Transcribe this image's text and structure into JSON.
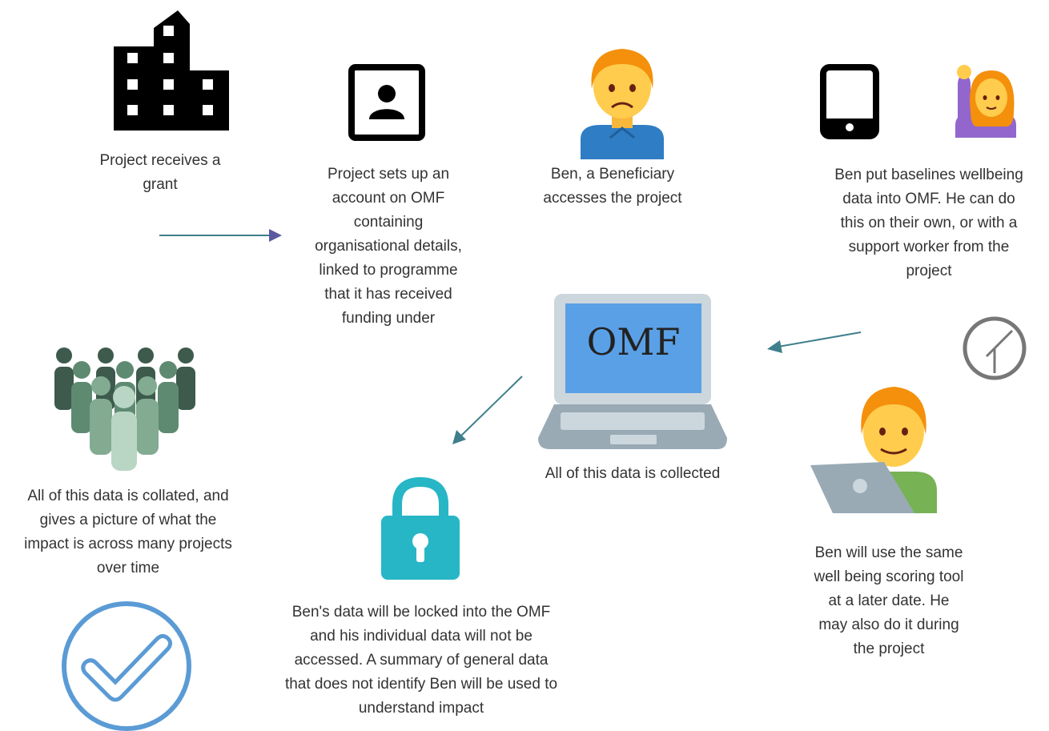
{
  "steps": {
    "grant": "Project receives a\ngrant",
    "account": "Project sets up an\naccount on OMF\ncontaining\norganisational details,\nlinked to programme\nthat it has received\nfunding under",
    "beneficiary": "Ben, a Beneficiary\naccesses the project",
    "baseline": "Ben put baselines wellbeing\ndata into OMF. He can do\nthis on their own, or with a\nsupport worker from the\nproject",
    "collected": "All of this data is collected",
    "later": "Ben will use the same\nwell being scoring tool\nat a later date.  He\nmay also do it during\nthe project",
    "locked": "Ben's data will be locked into the OMF\nand his individual data will not be\naccessed. A summary of general data\nthat does not identify Ben will be used to\nunderstand impact",
    "collated": "All of this data is collated, and\ngives a picture of what the\nimpact is across many projects\nover time"
  },
  "laptop_label": "OMF",
  "icons": [
    "building-icon",
    "contact-card-icon",
    "man-frowning-icon",
    "tablet-icon",
    "woman-raising-hand-icon",
    "laptop-icon",
    "clock-icon",
    "man-with-laptop-icon",
    "padlock-icon",
    "crowd-icon",
    "checkmark-circle-icon"
  ],
  "colors": {
    "arrow": "#3f7f8c",
    "screen": "#5aa0e6",
    "lock": "#26b6c6",
    "check": "#5b9bd5",
    "skin": "#ffcc4d",
    "hair": "#f4900c"
  }
}
